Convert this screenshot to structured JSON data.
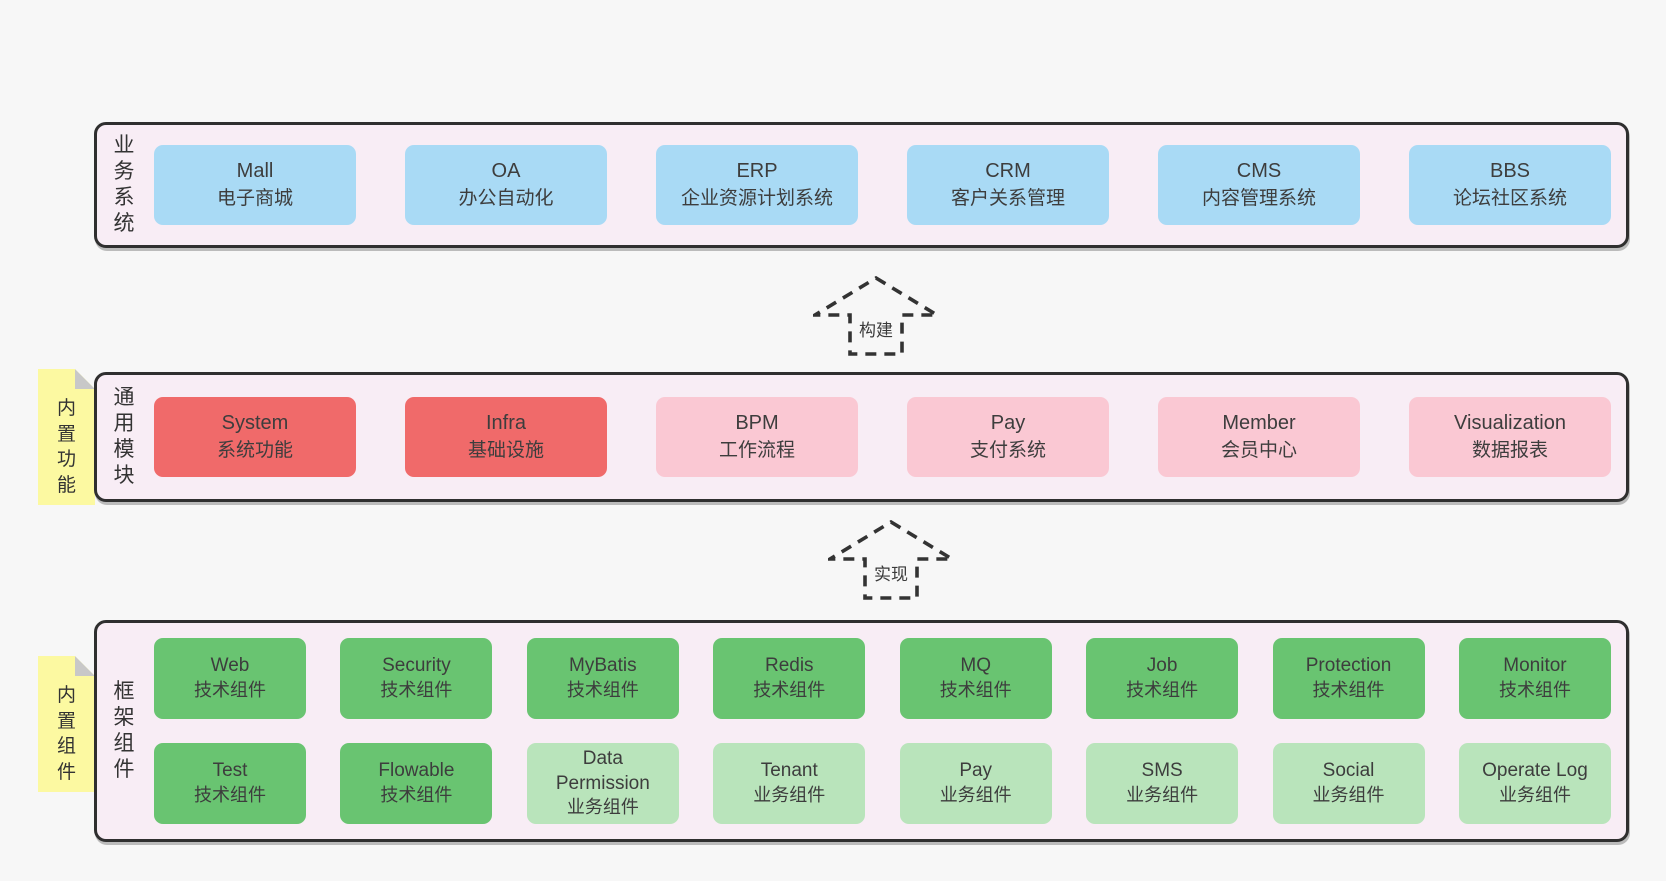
{
  "page": {
    "background": "#f7f7f7",
    "section_background": "#f8edf5",
    "section_border": "#2f2f2f",
    "note_background": "#fcf9a1",
    "note_fold": "#c8c8c8",
    "variant_colors": {
      "blue": "#a9daf5",
      "red": "#f06a6a",
      "pink": "#fac8d3",
      "green": "#69c471",
      "lightgreen": "#b9e4bb"
    }
  },
  "arrows": [
    {
      "label": "构建"
    },
    {
      "label": "实现"
    }
  ],
  "sections": [
    {
      "side_label": "业务系统",
      "rows": [
        [
          {
            "name": "Mall",
            "desc": "电子商城",
            "variant": "blue"
          },
          {
            "name": "OA",
            "desc": "办公自动化",
            "variant": "blue"
          },
          {
            "name": "ERP",
            "desc": "企业资源计划系统",
            "variant": "blue"
          },
          {
            "name": "CRM",
            "desc": "客户关系管理",
            "variant": "blue"
          },
          {
            "name": "CMS",
            "desc": "内容管理系统",
            "variant": "blue"
          },
          {
            "name": "BBS",
            "desc": "论坛社区系统",
            "variant": "blue"
          }
        ]
      ]
    },
    {
      "side_label": "通用模块",
      "sticky_note": "内置功能",
      "rows": [
        [
          {
            "name": "System",
            "desc": "系统功能",
            "variant": "red"
          },
          {
            "name": "Infra",
            "desc": "基础设施",
            "variant": "red"
          },
          {
            "name": "BPM",
            "desc": "工作流程",
            "variant": "pink"
          },
          {
            "name": "Pay",
            "desc": "支付系统",
            "variant": "pink"
          },
          {
            "name": "Member",
            "desc": "会员中心",
            "variant": "pink"
          },
          {
            "name": "Visualization",
            "desc": "数据报表",
            "variant": "pink"
          }
        ]
      ]
    },
    {
      "side_label": "框架组件",
      "sticky_note": "内置组件",
      "rows": [
        [
          {
            "name": "Web",
            "desc": "技术组件",
            "variant": "green"
          },
          {
            "name": "Security",
            "desc": "技术组件",
            "variant": "green"
          },
          {
            "name": "MyBatis",
            "desc": "技术组件",
            "variant": "green"
          },
          {
            "name": "Redis",
            "desc": "技术组件",
            "variant": "green"
          },
          {
            "name": "MQ",
            "desc": "技术组件",
            "variant": "green"
          },
          {
            "name": "Job",
            "desc": "技术组件",
            "variant": "green"
          },
          {
            "name": "Protection",
            "desc": "技术组件",
            "variant": "green"
          },
          {
            "name": "Monitor",
            "desc": "技术组件",
            "variant": "green"
          }
        ],
        [
          {
            "name": "Test",
            "desc": "技术组件",
            "variant": "green"
          },
          {
            "name": "Flowable",
            "desc": "技术组件",
            "variant": "green"
          },
          {
            "name": "Data Permission",
            "desc": "业务组件",
            "variant": "lightgreen"
          },
          {
            "name": "Tenant",
            "desc": "业务组件",
            "variant": "lightgreen"
          },
          {
            "name": "Pay",
            "desc": "业务组件",
            "variant": "lightgreen"
          },
          {
            "name": "SMS",
            "desc": "业务组件",
            "variant": "lightgreen"
          },
          {
            "name": "Social",
            "desc": "业务组件",
            "variant": "lightgreen"
          },
          {
            "name": "Operate Log",
            "desc": "业务组件",
            "variant": "lightgreen"
          }
        ]
      ]
    }
  ]
}
